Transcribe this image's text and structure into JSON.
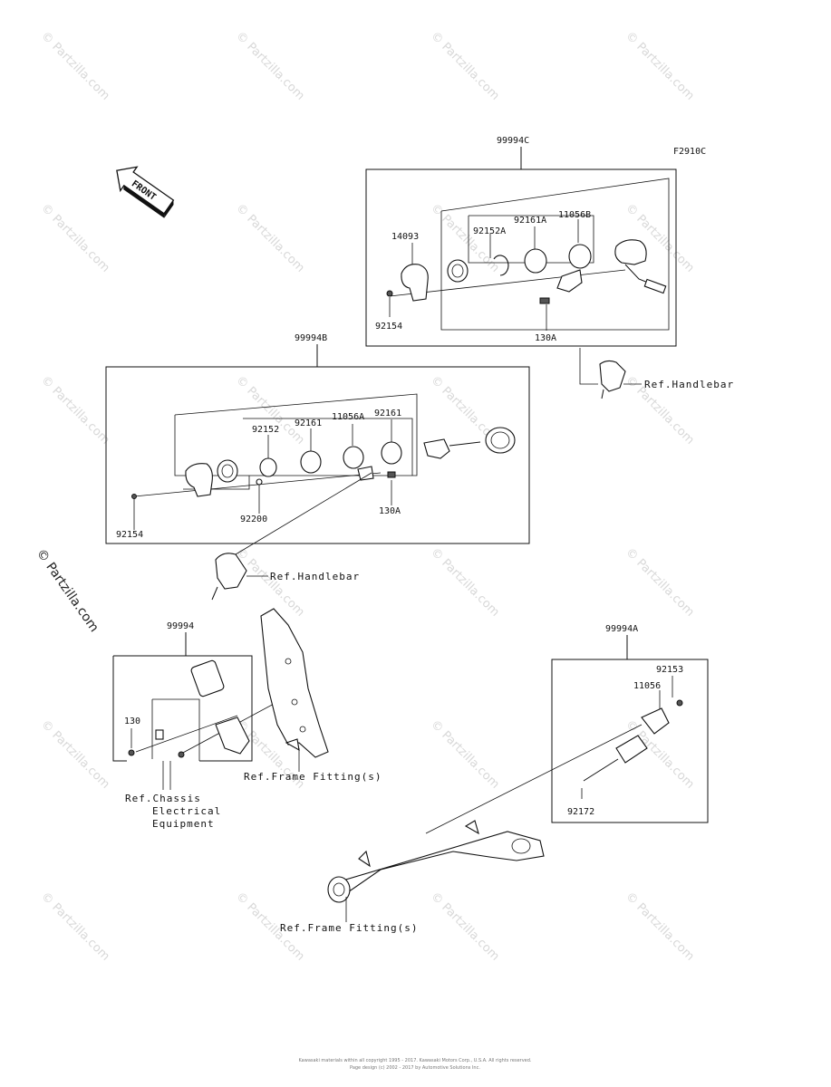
{
  "figure_code": "F2910C",
  "front_label": "FRONT",
  "watermark": "© Partzilla.com",
  "copyright_side": "© Partzilla.com",
  "assemblies": {
    "c": "99994C",
    "b": "99994B",
    "base": "99994",
    "a": "99994A"
  },
  "parts": {
    "c_14093": "14093",
    "c_92152a": "92152A",
    "c_92161a": "92161A",
    "c_11056b": "11056B",
    "c_92154": "92154",
    "c_130a": "130A",
    "b_92152": "92152",
    "b_92161_1": "92161",
    "b_11056a": "11056A",
    "b_92161_2": "92161",
    "b_92154": "92154",
    "b_92200": "92200",
    "b_130a": "130A",
    "base_130": "130",
    "a_92153": "92153",
    "a_11056": "11056",
    "a_92172": "92172"
  },
  "references": {
    "handlebar_1": "Ref.Handlebar",
    "handlebar_2": "Ref.Handlebar",
    "frame_fitting_1": "Ref.Frame Fitting(s)",
    "frame_fitting_2": "Ref.Frame Fitting(s)",
    "chassis_line1": "Ref.Chassis",
    "chassis_line2": "Electrical",
    "chassis_line3": "Equipment"
  },
  "footer": {
    "line1": "Kawasaki materials within all copyright 1995 - 2017. Kawasaki Motors Corp., U.S.A. All rights reserved.",
    "line2": "Page design (c) 2002 - 2017 by Automotive Solutions Inc."
  }
}
